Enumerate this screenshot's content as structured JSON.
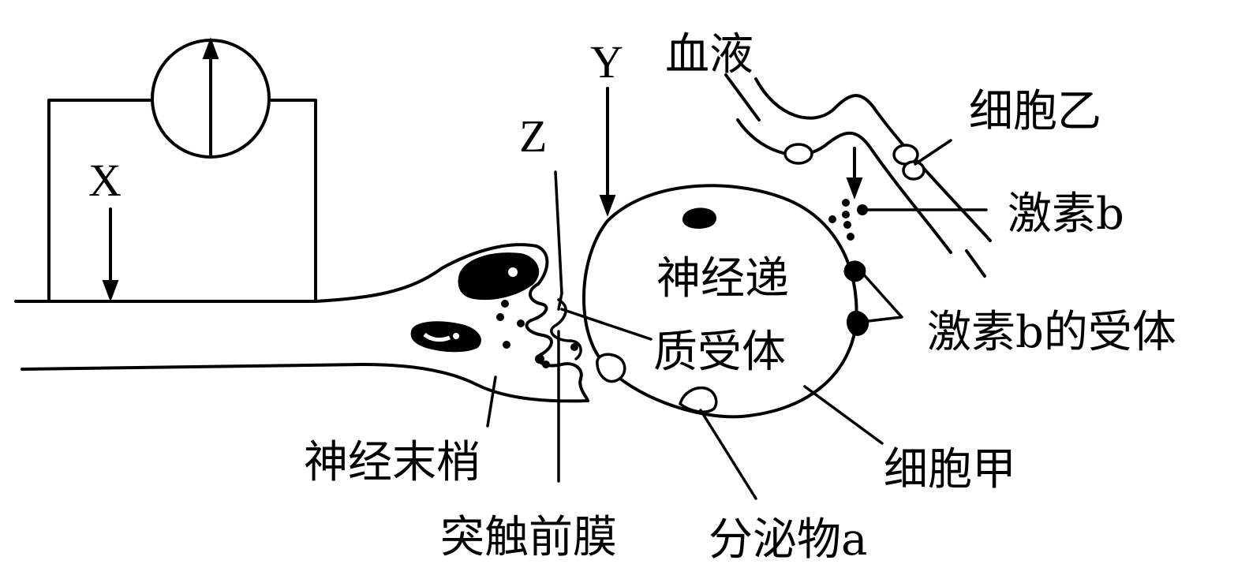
{
  "labels": {
    "x": "X",
    "y": "Y",
    "z": "Z",
    "blood": "血液",
    "cell_yi": "细胞乙",
    "hormone_b": "激素b",
    "hormone_b_receptor": "激素b的受体",
    "nt_receptor_line1": "神经递",
    "nt_receptor_line2": "质受体",
    "nerve_ending": "神经末梢",
    "presynaptic_membrane": "突触前膜",
    "secretion_a": "分泌物a",
    "cell_jia": "细胞甲"
  }
}
